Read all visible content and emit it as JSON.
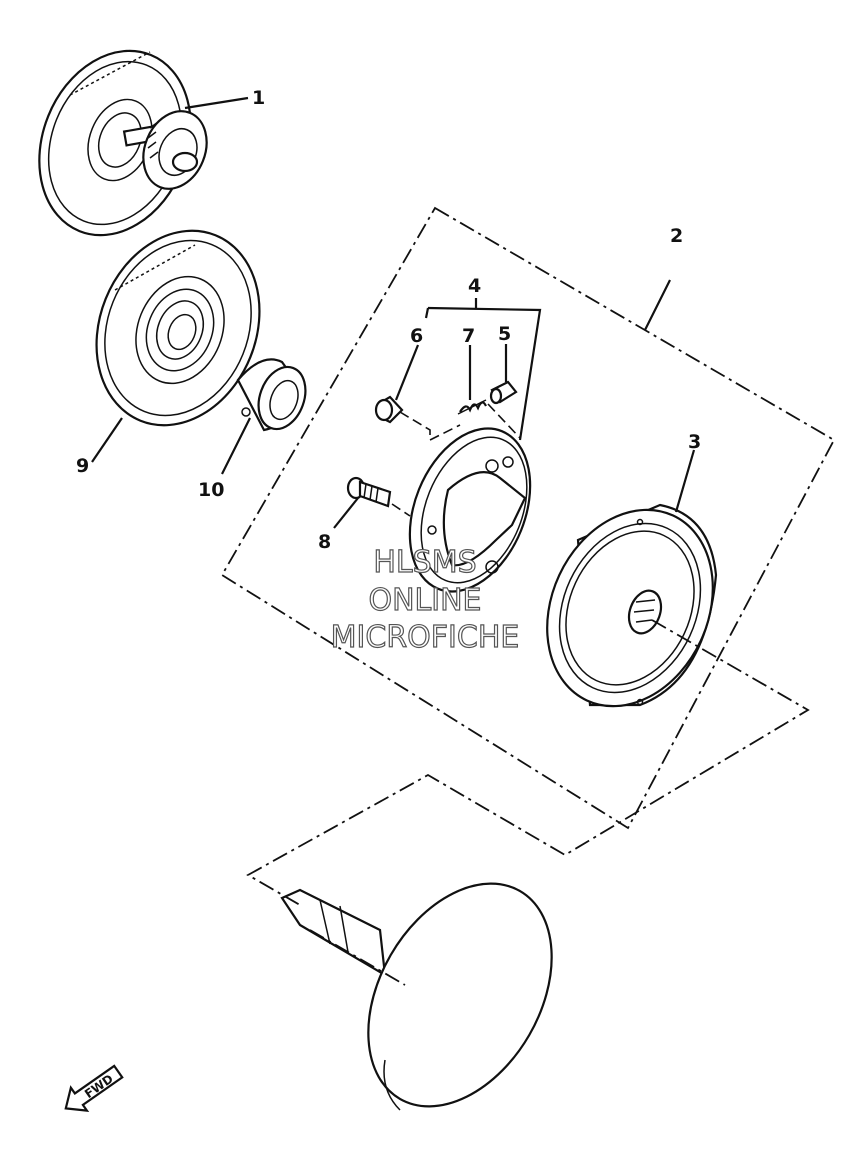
{
  "diagram": {
    "callouts": [
      "1",
      "2",
      "3",
      "4",
      "5",
      "6",
      "7",
      "8",
      "9",
      "10"
    ],
    "watermark": [
      "HLSMS",
      "ONLINE",
      "MICROFICHE"
    ],
    "direction_badge": "FWD"
  }
}
